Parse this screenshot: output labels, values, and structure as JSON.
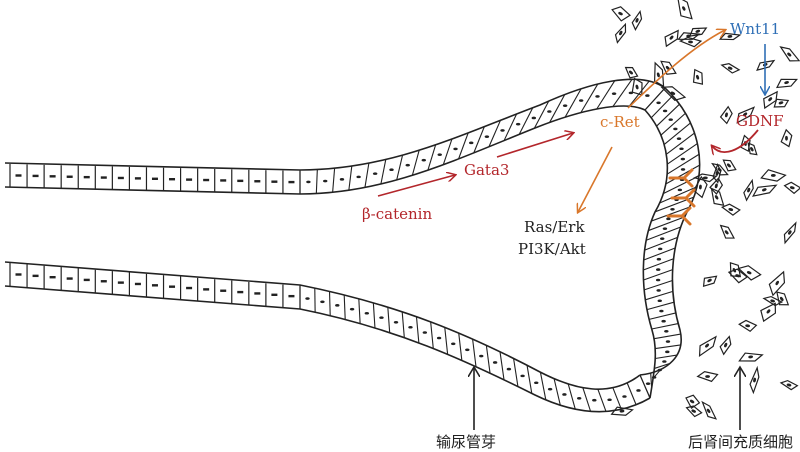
{
  "colors": {
    "red": "#b3262b",
    "orange": "#d9772b",
    "blue": "#2f6fb6",
    "black": "#222222"
  },
  "labels": {
    "beta_catenin": "β-catenin",
    "gata3": "Gata3",
    "c_ret": "c-Ret",
    "ras_erk": "Ras/Erk",
    "pi3k_akt": "PI3K/Akt",
    "wnt11": "Wnt11",
    "gdnf": "GDNF",
    "ureteric_bud": "输尿管芽",
    "metanephric_mesenchyme": "后肾间充质细胞"
  }
}
